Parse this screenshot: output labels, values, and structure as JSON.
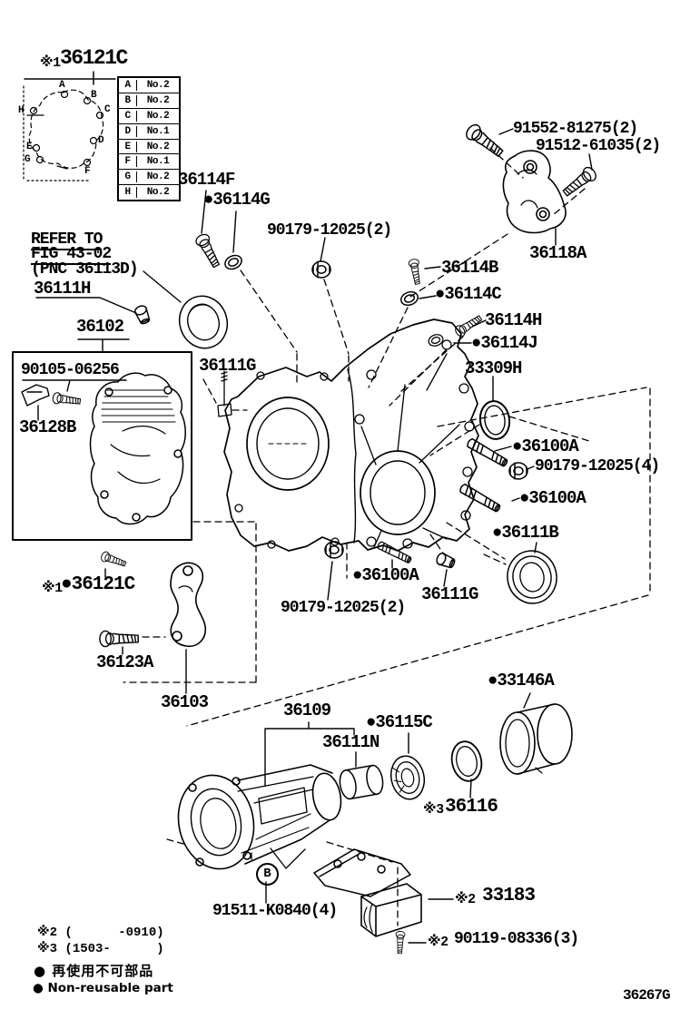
{
  "diagram": {
    "page_code": "36267G",
    "inset": {
      "ref_mark": "※1",
      "part_no": "36121C",
      "table": [
        {
          "key": "A",
          "value": "No.2"
        },
        {
          "key": "B",
          "value": "No.2"
        },
        {
          "key": "C",
          "value": "No.2"
        },
        {
          "key": "D",
          "value": "No.1"
        },
        {
          "key": "E",
          "value": "No.2"
        },
        {
          "key": "F",
          "value": "No.1"
        },
        {
          "key": "G",
          "value": "No.2"
        },
        {
          "key": "H",
          "value": "No.2"
        }
      ],
      "points": [
        "A",
        "B",
        "C",
        "D",
        "E",
        "F",
        "G",
        "H"
      ]
    },
    "refer_note": {
      "line1": "REFER TO",
      "line2": "FIG 43-02",
      "line3": "(PNC 36113D)"
    },
    "labels": {
      "p36111H": "36111H",
      "p36102": "36102",
      "p90105": "90105-06256",
      "p36128B": "36128B",
      "p36111G_top": "36111G",
      "p36114F": "36114F",
      "p36114G": "●36114G",
      "p90179_top": "90179-12025(2)",
      "p91552": "91552-81275(2)",
      "p91512": "91512-61035(2)",
      "p36118A": "36118A",
      "p36114B": "36114B",
      "p36114C": "●36114C",
      "p36114H": "36114H",
      "p36114J": "●36114J",
      "p33309H": "33309H",
      "p36100A_1": "●36100A",
      "p90179_4": "90179-12025(4)",
      "p36100A_2": "●36100A",
      "p36111B": "●36111B",
      "p36100A_3": "●36100A",
      "p36111G_btm": "36111G",
      "p90179_btm": "90179-12025(2)",
      "p36121C_ref": "※1",
      "p36121C": "●36121C",
      "p36123A": "36123A",
      "p36103": "36103",
      "p36109": "36109",
      "p36115C": "●36115C",
      "p36111N": "36111N",
      "p33146A": "●33146A",
      "p36116_ref": "※3",
      "p36116": "36116",
      "p91511": "91511-K0840(4)",
      "p33183_ref": "※2",
      "p33183": "33183",
      "p90119_ref": "※2",
      "p90119": "90119-08336(3)",
      "view_b": "B"
    },
    "footnotes": {
      "f2": "※2 (      -0910)",
      "f3": "※3 (1503-      )",
      "nonreusable_jp": "● 再使用不可部品",
      "nonreusable_en": "● Non-reusable part"
    }
  }
}
